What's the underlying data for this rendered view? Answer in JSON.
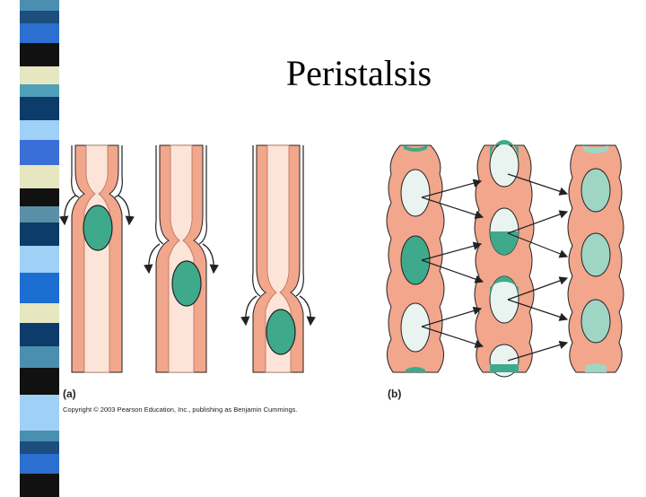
{
  "slide": {
    "title": "Peristalsis"
  },
  "figure": {
    "panel_a_label": "(a)",
    "panel_b_label": "(b)",
    "copyright": "Copyright © 2003 Pearson Education, Inc., publishing as Benjamin Cummings."
  },
  "colors": {
    "muscle": "#f2a68c",
    "lumen": "#fde4d8",
    "bolus_dark": "#3fa98b",
    "bolus_light": "#9fd6c3",
    "chyme_pale": "#e9f4f1",
    "outline": "#222222"
  }
}
